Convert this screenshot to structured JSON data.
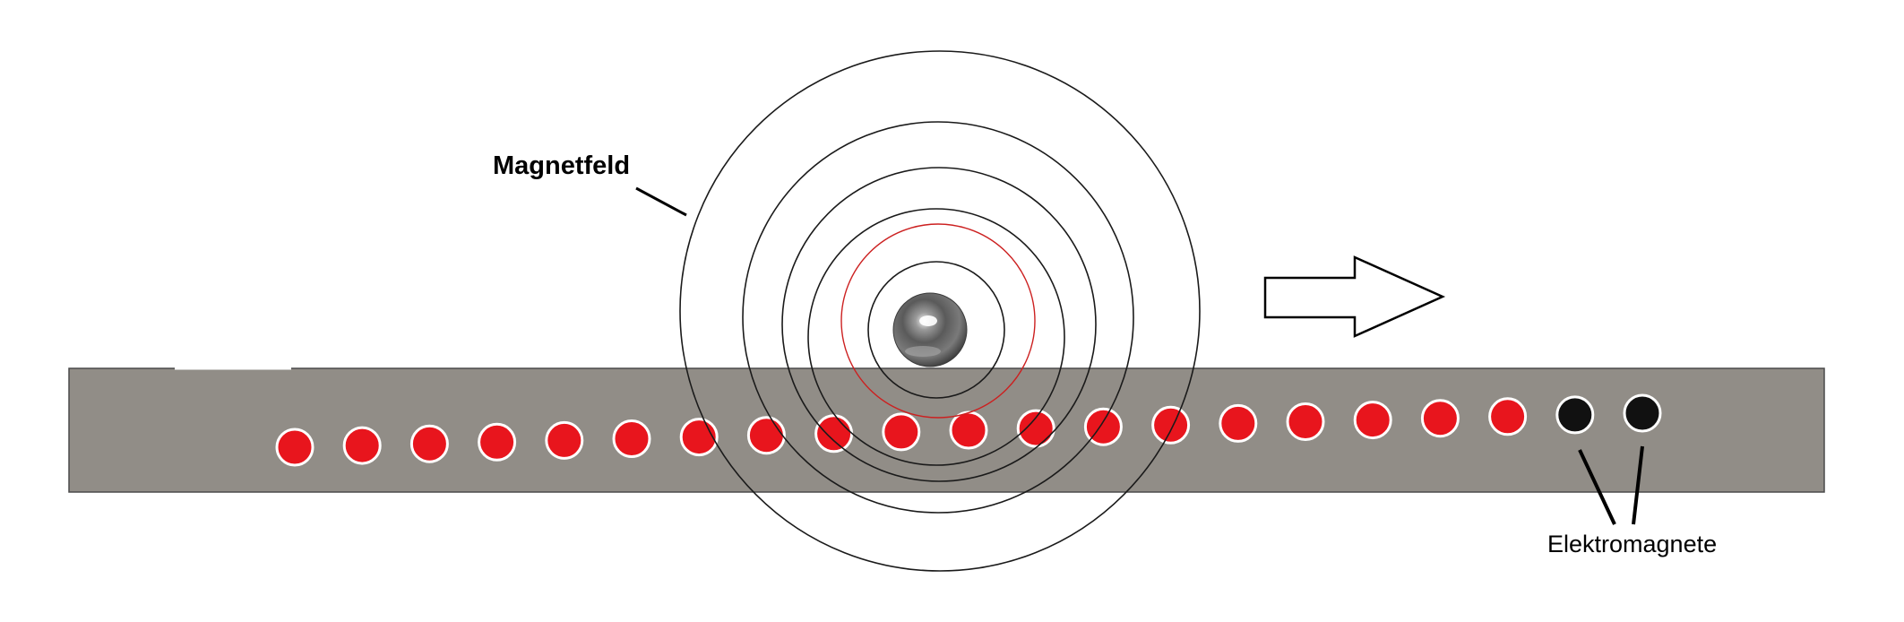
{
  "labels": {
    "field": "Magnetfeld",
    "electromagnets": "Elektromagnete"
  },
  "colors": {
    "background": "#ffffff",
    "track": "#918d87",
    "magnet_active": "#e8151d",
    "magnet_inactive": "#111111",
    "field_lines": "#1a1a1a",
    "field_highlight": "#cc2020"
  },
  "electromagnets": {
    "count": 21,
    "active_count": 19,
    "inactive_count": 2
  },
  "field_rings": {
    "count": 6,
    "highlighted_ring": 2
  },
  "motion": {
    "direction": "right",
    "arrow_icon": "arrow-right-icon"
  },
  "ball": {
    "icon": "steel-ball-icon"
  }
}
